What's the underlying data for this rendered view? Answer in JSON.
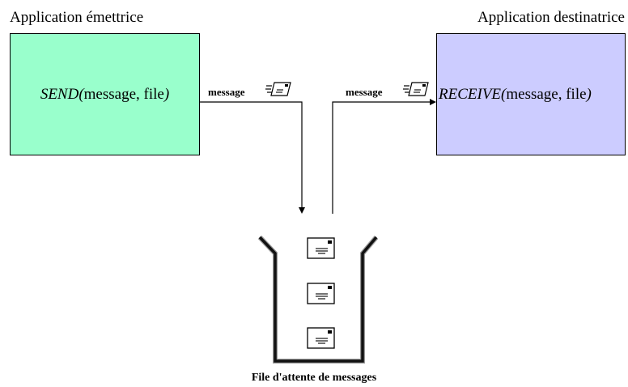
{
  "sender": {
    "title": "Application émettrice",
    "function_name": "SEND",
    "open_paren": "(",
    "args": "message, file",
    "close_paren": ")",
    "box_color": "#99ffcc"
  },
  "receiver": {
    "title": "Application destinatrice",
    "function_name": "RECEIVE",
    "open_paren": "(",
    "args": "message, file",
    "close_paren": ")",
    "box_color": "#ccccff"
  },
  "flow": {
    "send_message_label": "message",
    "receive_message_label": "message",
    "message_icon": "envelope-icon"
  },
  "queue": {
    "label": "File d'attente de messages",
    "message_icons": [
      "envelope-icon",
      "envelope-icon",
      "envelope-icon"
    ]
  }
}
